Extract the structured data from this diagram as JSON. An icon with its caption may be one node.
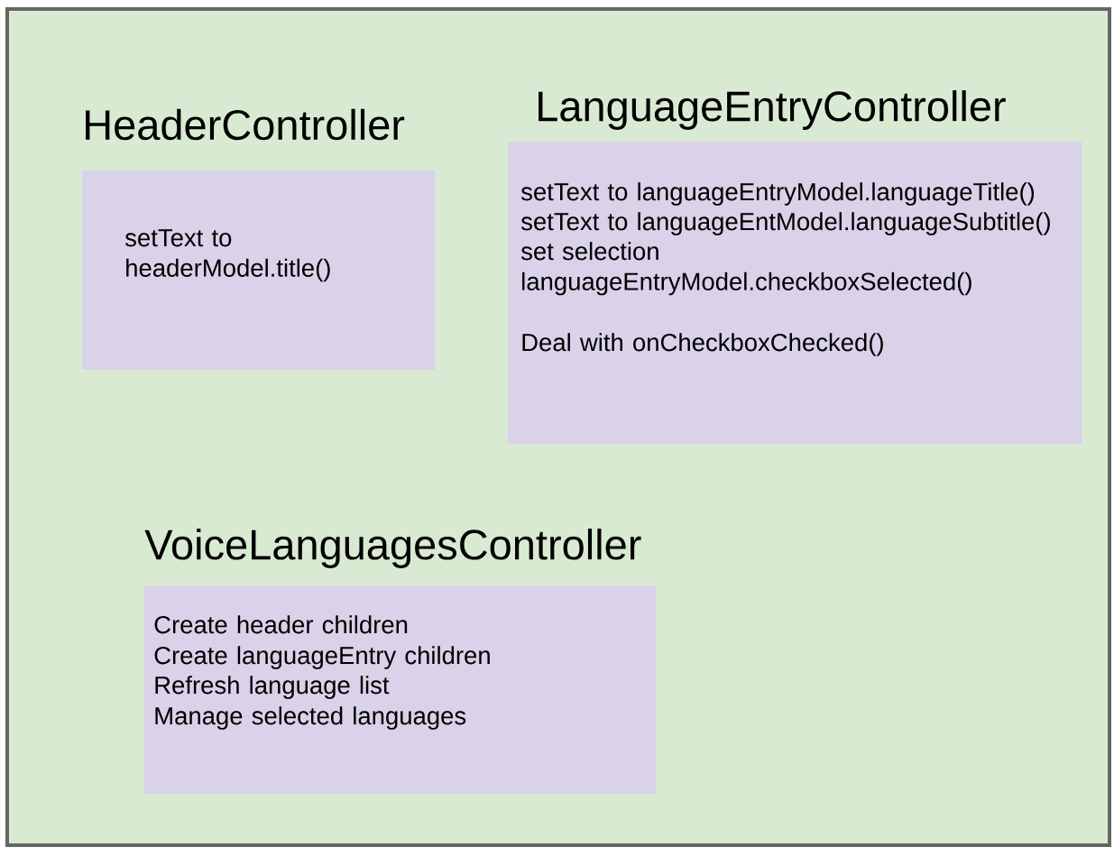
{
  "diagram": {
    "nodes": [
      {
        "text": [],
        "shape": "box"
      },
      {
        "text": [
          "HeaderController",
          "setText to headerModel.title()"
        ],
        "in": 0
      },
      {
        "text": [
          "LanguageEntryController",
          "setText to languageEntryModel.languageTitle()",
          "setText to languageEntModel.languageSubtitle()",
          "set selection languageEntryModel.checkboxSelected()",
          "Deal with onCheckboxChecked()"
        ],
        "in": 0
      },
      {
        "text": [
          "VoiceLanguagesController",
          "Create header children",
          "Create languageEntry children",
          "Refresh language list",
          "Manage selected languages"
        ],
        "in": 0
      }
    ]
  }
}
